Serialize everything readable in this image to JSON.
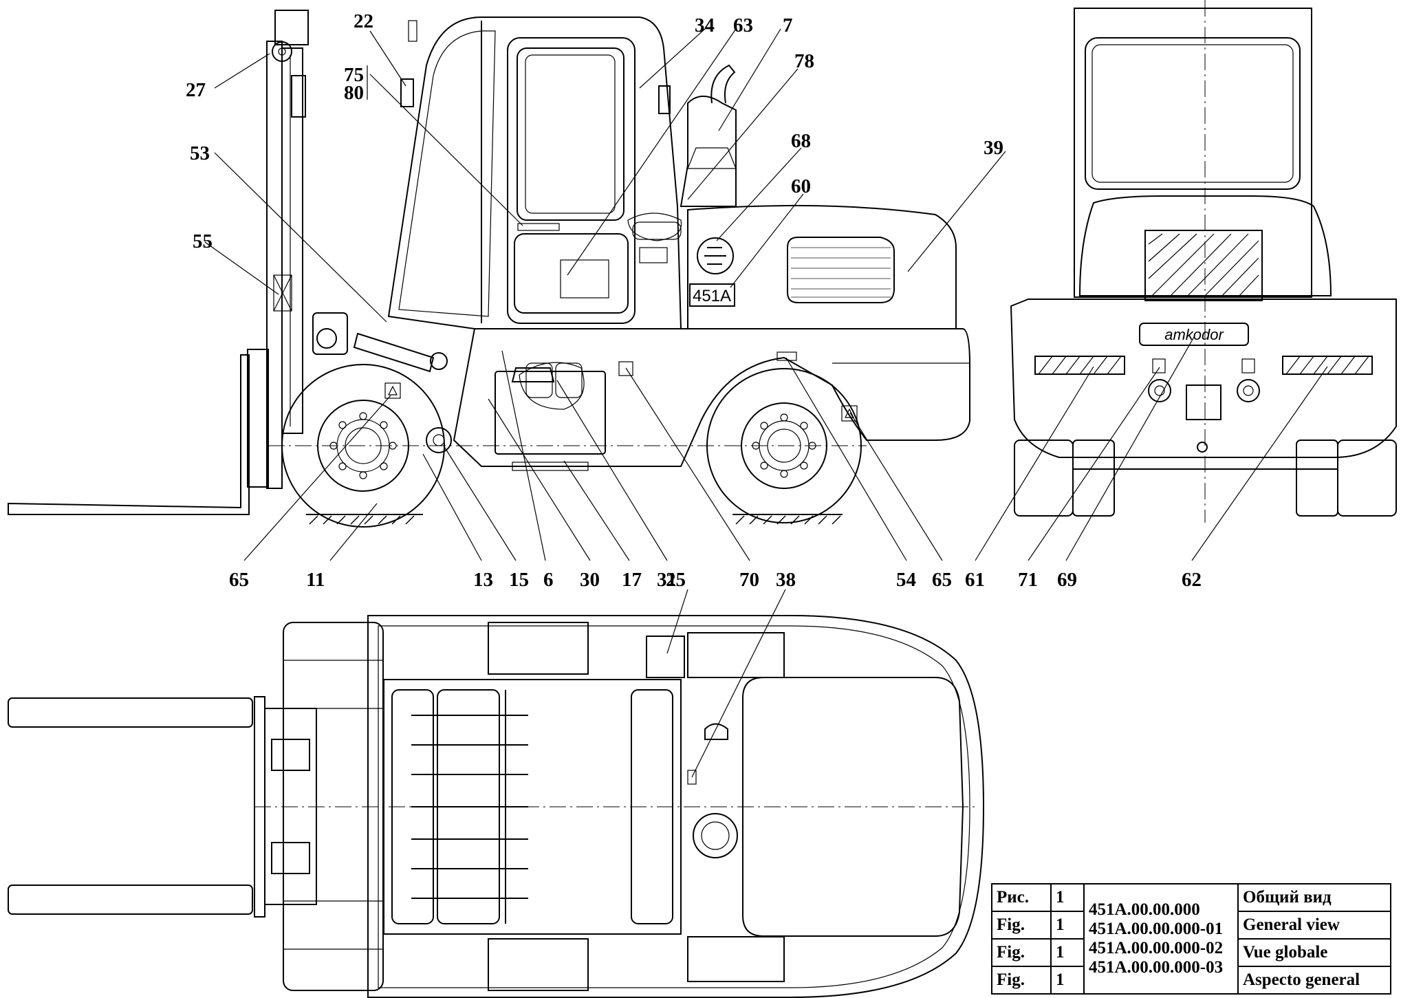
{
  "callouts": {
    "n22": "22",
    "n34": "34",
    "n63": "63",
    "n7": "7",
    "n27": "27",
    "n75": "75",
    "n80": "80",
    "n78": "78",
    "n53": "53",
    "n68": "68",
    "n39": "39",
    "n60": "60",
    "n55": "55",
    "n65a": "65",
    "n11": "11",
    "n13": "13",
    "n15": "15",
    "n6": "6",
    "n30": "30",
    "n17": "17",
    "n31": "31",
    "n70": "70",
    "n54": "54",
    "n65b": "65",
    "n61": "61",
    "n71": "71",
    "n69": "69",
    "n62": "62",
    "n25": "25",
    "n38": "38"
  },
  "labels": {
    "model_plate": "451A",
    "brand_plate": "amkodor"
  },
  "title_block": {
    "rows": [
      {
        "type": "Рис.",
        "num": "1",
        "name": "Общий вид"
      },
      {
        "type": "Fig.",
        "num": "1",
        "name": "General view"
      },
      {
        "type": "Fig.",
        "num": "1",
        "name": "Vue globale"
      },
      {
        "type": "Fig.",
        "num": "1",
        "name": "Aspecto general"
      }
    ],
    "codes": [
      "451A.00.00.000",
      "451A.00.00.000-01",
      "451A.00.00.000-02",
      "451A.00.00.000-03"
    ]
  }
}
